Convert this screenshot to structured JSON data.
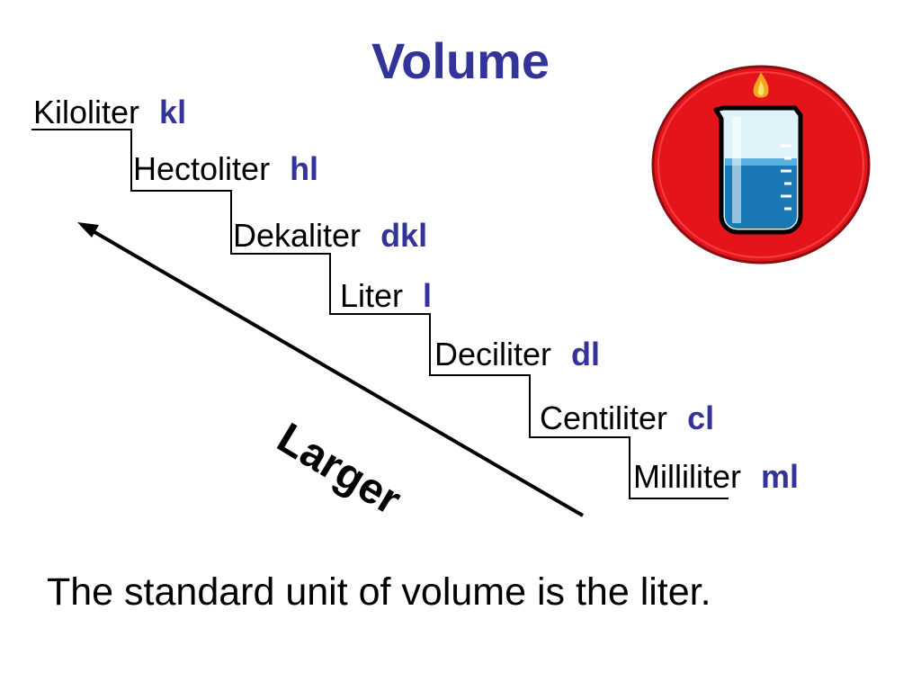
{
  "title": "Volume",
  "units": [
    {
      "name": "Kiloliter",
      "abbr": "kl"
    },
    {
      "name": "Hectoliter",
      "abbr": "hl"
    },
    {
      "name": "Dekaliter",
      "abbr": "dkl"
    },
    {
      "name": "Liter",
      "abbr": "l"
    },
    {
      "name": "Deciliter",
      "abbr": "dl"
    },
    {
      "name": "Centiliter",
      "abbr": "cl"
    },
    {
      "name": "Milliliter",
      "abbr": "ml"
    }
  ],
  "arrow_label": "Larger",
  "caption": "The standard unit of volume is the liter.",
  "colors": {
    "accent": "#333399",
    "icon_ring": "#e5141b",
    "icon_liquid": "#1a78b4"
  },
  "icon": "beaker-icon"
}
